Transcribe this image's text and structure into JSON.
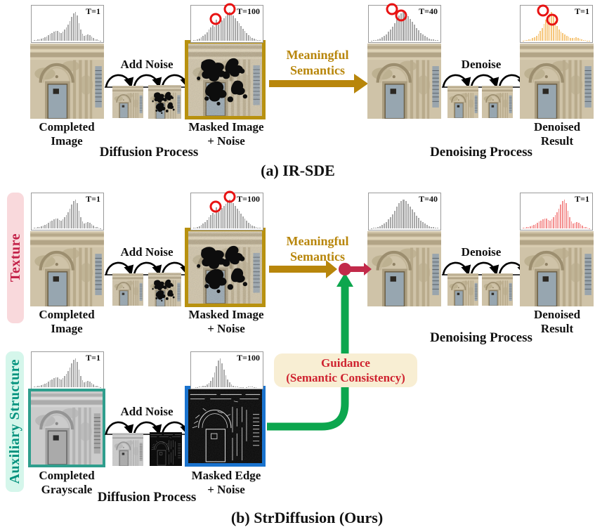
{
  "colors": {
    "gold_arrow": "#B8860B",
    "gold_border": "#B8910F",
    "crimson_arrow": "#C22A4A",
    "green_arrow": "#0CA64E",
    "annotation_circle_red": "#E81313",
    "blue_border": "#1A73CE",
    "teal_border": "#2F9E8D",
    "texture_sidebar_bg": "#F9D9DC",
    "texture_sidebar_text": "#C32148",
    "structure_sidebar_bg": "#D5F6EB",
    "structure_sidebar_text": "#00917C",
    "guidance_box_bg": "#F8EED3",
    "guidance_text": "#CF2330",
    "hist_gray": "#A8A8A8",
    "hist_orange": "#F6C77C",
    "hist_red": "#F49090"
  },
  "panel_a": {
    "caption": "(a) IR-SDE",
    "diffusion": {
      "process_label": "Diffusion Process",
      "add_noise_label": "Add Noise",
      "completed_label": [
        "Completed",
        "Image"
      ],
      "masked_label": [
        "Masked Image",
        "+ Noise"
      ]
    },
    "transfer_label": [
      "Meaningful",
      "Semantics"
    ],
    "denoising": {
      "process_label": "Denoising Process",
      "denoise_label": "Denoise",
      "result_label": [
        "Denoised",
        "Result"
      ]
    }
  },
  "panel_b": {
    "caption": "(b) StrDiffusion (Ours)",
    "texture_row": {
      "sidebar_label": "Texture",
      "add_noise_label": "Add Noise",
      "completed_label": [
        "Completed",
        "Image"
      ],
      "masked_label": [
        "Masked Image",
        "+ Noise"
      ],
      "transfer_label": [
        "Meaningful",
        "Semantics"
      ],
      "denoise_label": "Denoise",
      "result_label": [
        "Denoised",
        "Result"
      ],
      "process_label": "Denoising Process"
    },
    "structure_row": {
      "sidebar_label": "Auxiliary Structure",
      "add_noise_label": "Add Noise",
      "completed_label": [
        "Completed",
        "Grayscale"
      ],
      "masked_label": [
        "Masked Edge",
        "+ Noise"
      ],
      "process_label": "Diffusion Process"
    },
    "guidance_label": [
      "Guidance",
      "(Semantic Consistency)"
    ]
  },
  "chart_data": {
    "type": "bar",
    "title": "Pixel-intensity histograms above each image (relative bar heights 0-100)",
    "series": {
      "completed": [
        2,
        3,
        4,
        5,
        7,
        9,
        12,
        15,
        19,
        24,
        28,
        32,
        35,
        33,
        30,
        28,
        32,
        38,
        46,
        56,
        68,
        82,
        94,
        100,
        88,
        62,
        38,
        24,
        16,
        19,
        23,
        20,
        14,
        9,
        6,
        4,
        2,
        1
      ],
      "noised_wide": [
        2,
        3,
        5,
        8,
        12,
        17,
        23,
        30,
        38,
        46,
        54,
        50,
        72,
        56,
        62,
        70,
        78,
        86,
        93,
        100,
        95,
        87,
        78,
        69,
        60,
        51,
        42,
        34,
        26,
        19,
        14,
        10,
        7,
        4,
        3,
        2
      ],
      "mid_t40": [
        1,
        2,
        3,
        5,
        8,
        12,
        17,
        23,
        31,
        40,
        50,
        62,
        75,
        87,
        96,
        100,
        94,
        86,
        76,
        65,
        55,
        45,
        36,
        28,
        21,
        16,
        12,
        8,
        6,
        4,
        3,
        2
      ],
      "result_bias": [
        1,
        2,
        3,
        4,
        6,
        9,
        13,
        18,
        25,
        34,
        45,
        58,
        72,
        86,
        96,
        100,
        88,
        68,
        52,
        40,
        32,
        26,
        21,
        17,
        14,
        11,
        9,
        11,
        13,
        10,
        7,
        5,
        3,
        2,
        1,
        1
      ],
      "edge_narrow": [
        0,
        1,
        1,
        2,
        3,
        4,
        6,
        9,
        14,
        22,
        34,
        52,
        74,
        92,
        100,
        84,
        62,
        42,
        27,
        16,
        9,
        5,
        3,
        2,
        1,
        1,
        1,
        0,
        1,
        2,
        3,
        2,
        1,
        1,
        0,
        0
      ]
    },
    "instances": {
      "a_start": {
        "label": "T=1",
        "series": "completed",
        "color": "gray",
        "circles": []
      },
      "a_noised": {
        "label": "T=100",
        "series": "noised_wide",
        "color": "gray",
        "circles": [
          {
            "x": 34,
            "y": 37
          },
          {
            "x": 54,
            "y": 10
          }
        ]
      },
      "a_mid": {
        "label": "T=40",
        "series": "mid_t40",
        "color": "gray",
        "circles": [
          {
            "x": 32,
            "y": 9
          },
          {
            "x": 45,
            "y": 27
          }
        ]
      },
      "a_result": {
        "label": "T=1",
        "series": "result_bias",
        "color": "orange",
        "circles": [
          {
            "x": 31,
            "y": 14
          },
          {
            "x": 44,
            "y": 39
          }
        ]
      },
      "b_tex_start": {
        "label": "T=1",
        "series": "completed",
        "color": "gray",
        "circles": []
      },
      "b_tex_noised": {
        "label": "T=100",
        "series": "noised_wide",
        "color": "gray",
        "circles": [
          {
            "x": 34,
            "y": 37
          },
          {
            "x": 54,
            "y": 10
          }
        ]
      },
      "b_tex_mid": {
        "label": "T=40",
        "series": "mid_t40",
        "color": "gray",
        "circles": []
      },
      "b_tex_result": {
        "label": "T=1",
        "series": "completed",
        "color": "red",
        "circles": []
      },
      "b_str_start": {
        "label": "T=1",
        "series": "completed",
        "color": "gray",
        "circles": []
      },
      "b_str_noised": {
        "label": "T=100",
        "series": "edge_narrow",
        "color": "gray",
        "circles": []
      }
    }
  }
}
